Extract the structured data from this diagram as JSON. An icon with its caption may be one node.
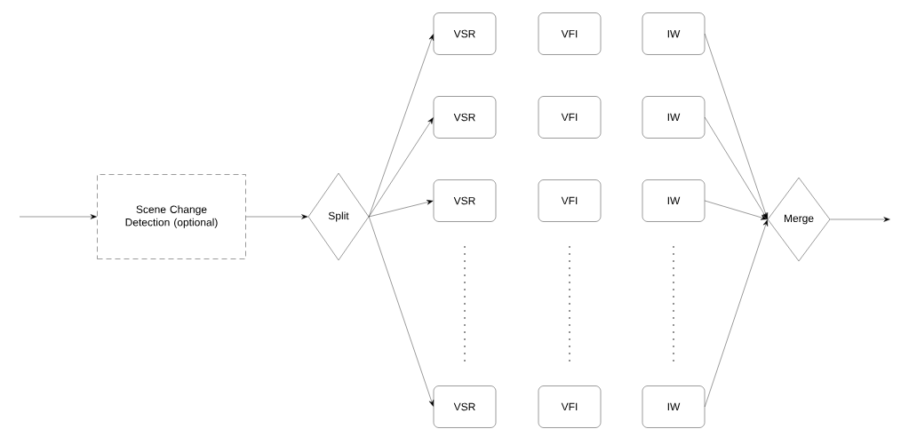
{
  "diagram": {
    "nodes": [
      {
        "text": [
          "Scene Change Detection (optional)"
        ]
      },
      {
        "text": [
          "Split"
        ]
      },
      {
        "text": [
          "VSR"
        ]
      },
      {
        "text": [
          "VFI"
        ]
      },
      {
        "text": [
          "IW"
        ]
      },
      {
        "text": [
          "VSR"
        ]
      },
      {
        "text": [
          "VFI"
        ]
      },
      {
        "text": [
          "IW"
        ]
      },
      {
        "text": [
          "VSR"
        ]
      },
      {
        "text": [
          "VFI"
        ]
      },
      {
        "text": [
          "IW"
        ]
      },
      {
        "text": [
          "VSR"
        ]
      },
      {
        "text": [
          "VFI"
        ]
      },
      {
        "text": [
          "IW"
        ]
      },
      {
        "text": [
          "Merge"
        ]
      }
    ],
    "edges": [
      {
        "from": null,
        "to": 0,
        "arrow": "to"
      },
      {
        "from": 0,
        "to": 1,
        "arrow": "to"
      },
      {
        "from": 1,
        "to": 2,
        "arrow": "to"
      },
      {
        "from": 1,
        "to": 5,
        "arrow": "to"
      },
      {
        "from": 1,
        "to": 8,
        "arrow": "to"
      },
      {
        "from": 1,
        "to": 11,
        "arrow": "to"
      },
      {
        "from": 4,
        "to": 14,
        "arrow": "to"
      },
      {
        "from": 7,
        "to": 14,
        "arrow": "to"
      },
      {
        "from": 10,
        "to": 14,
        "arrow": "to"
      },
      {
        "from": 13,
        "to": 14,
        "arrow": "to"
      },
      {
        "from": 14,
        "to": null,
        "arrow": "to"
      }
    ]
  }
}
